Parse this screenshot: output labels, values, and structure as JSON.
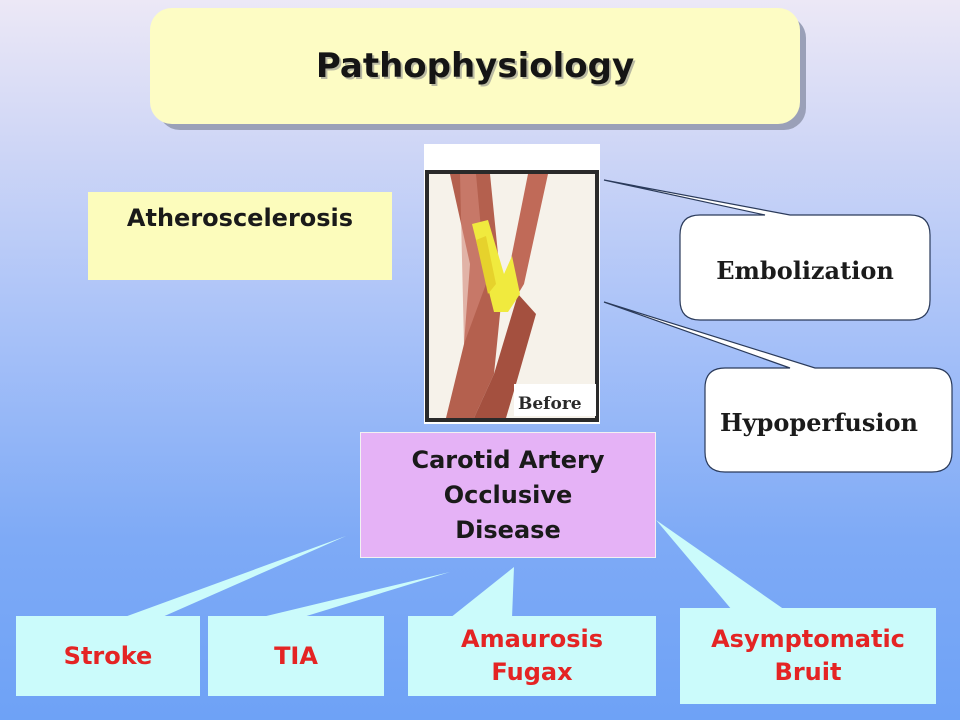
{
  "title": "Pathophysiology",
  "atherosclerosis": "Atheroscelerosis",
  "image": {
    "caption": "Before"
  },
  "callouts": {
    "embolization": "Embolization",
    "hypoperfusion": "Hypoperfusion"
  },
  "center": {
    "label": "Carotid Artery\nOcclusive\nDisease"
  },
  "outcomes": {
    "stroke": "Stroke",
    "tia": "TIA",
    "amaurosis": "Amaurosis\nFugax",
    "bruit": "Asymptomatic\nBruit"
  },
  "colors": {
    "title_box": "#fdfcc4",
    "athero_box": "#fcfcbc",
    "center_box": "#e5b2f6",
    "outcome_box": "#cbfbfb",
    "outcome_text": "#e42424"
  }
}
